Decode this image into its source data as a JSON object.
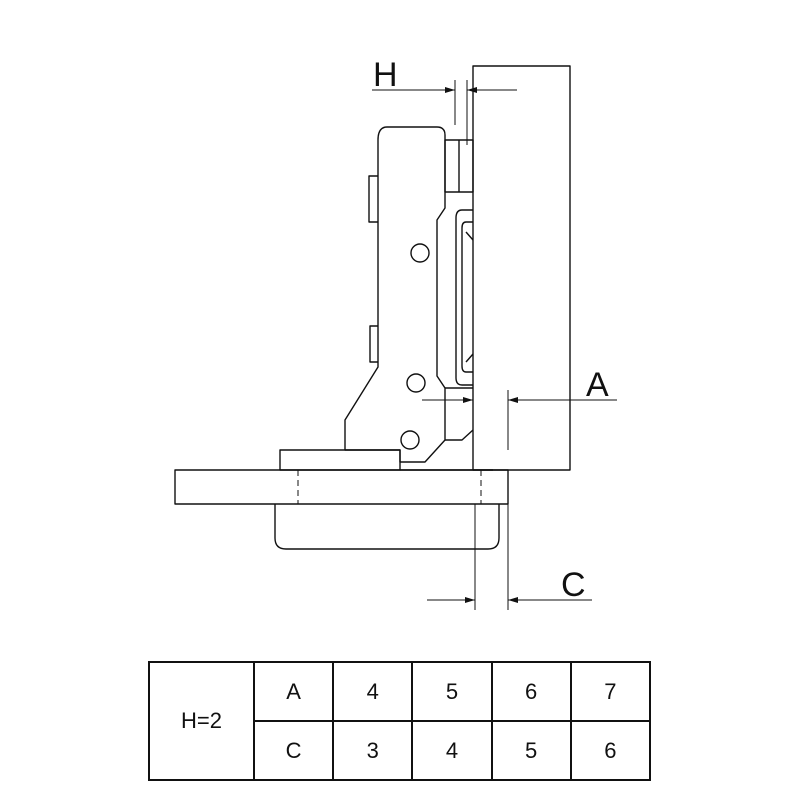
{
  "diagram": {
    "labels": {
      "h": "H",
      "a": "A",
      "c": "C"
    }
  },
  "table": {
    "header": "H=2",
    "rows": [
      {
        "label": "A",
        "values": [
          "4",
          "5",
          "6",
          "7"
        ]
      },
      {
        "label": "C",
        "values": [
          "3",
          "4",
          "5",
          "6"
        ]
      }
    ]
  }
}
